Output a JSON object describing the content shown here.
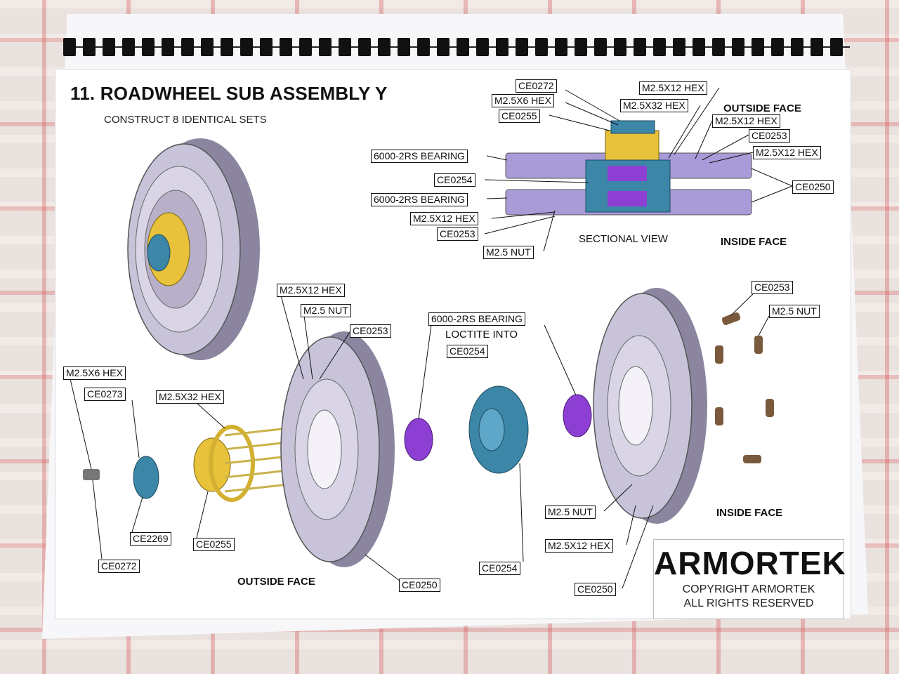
{
  "title": "11. ROADWHEEL SUB ASSEMBLY Y",
  "subtitle": "CONSTRUCT 8 IDENTICAL SETS",
  "section_caption": "SECTIONAL VIEW",
  "face_captions": {
    "outside_top": "OUTSIDE FACE",
    "inside_top": "INSIDE FACE",
    "outside_bottom": "OUTSIDE FACE",
    "inside_bottom": "INSIDE FACE"
  },
  "section_labels": {
    "ce0272": "CE0272",
    "m25x6_hex": "M2.5X6 HEX",
    "ce0255": "CE0255",
    "bearing_top": "6000-2RS BEARING",
    "ce0254": "CE0254",
    "bearing_bottom": "6000-2RS BEARING",
    "m25x12_hex_left": "M2.5X12 HEX",
    "ce0253_left": "CE0253",
    "m25_nut": "M2.5 NUT",
    "m25x12_hex_top": "M2.5X12 HEX",
    "m25x32_hex": "M2.5X32 HEX",
    "m25x12_hex_right1": "M2.5X12 HEX",
    "ce0253_right": "CE0253",
    "m25x12_hex_right2": "M2.5X12 HEX",
    "ce0250": "CE0250"
  },
  "exploded_labels": {
    "m25x12_hex": "M2.5X12 HEX",
    "m25_nut": "M2.5 NUT",
    "ce0253": "CE0253",
    "bearing": "6000-2RS BEARING",
    "loctite": "LOCTITE INTO",
    "ce0254_top": "CE0254",
    "m25x6_hex": "M2.5X6 HEX",
    "ce0273": "CE0273",
    "m25x32_hex": "M2.5X32 HEX",
    "ce2269": "CE2269",
    "ce0255": "CE0255",
    "ce0272": "CE0272",
    "ce0250_left": "CE0250",
    "ce0254_bottom": "CE0254",
    "ce0253_right": "CE0253",
    "m25_nut_right": "M2.5 NUT",
    "m25_nut_lower": "M2.5 NUT",
    "m25x12_hex_lower": "M2.5X12 HEX",
    "ce0250_right": "CE0250"
  },
  "brand": {
    "name": "ARMORTEK",
    "copyright": "COPYRIGHT ARMORTEK",
    "rights": "ALL RIGHTS RESERVED"
  },
  "colors": {
    "wheel": "#b9b1cc",
    "hub_yellow": "#e7c23a",
    "cap_blue": "#3c86a8",
    "bearing_purple": "#8d3fd4"
  }
}
